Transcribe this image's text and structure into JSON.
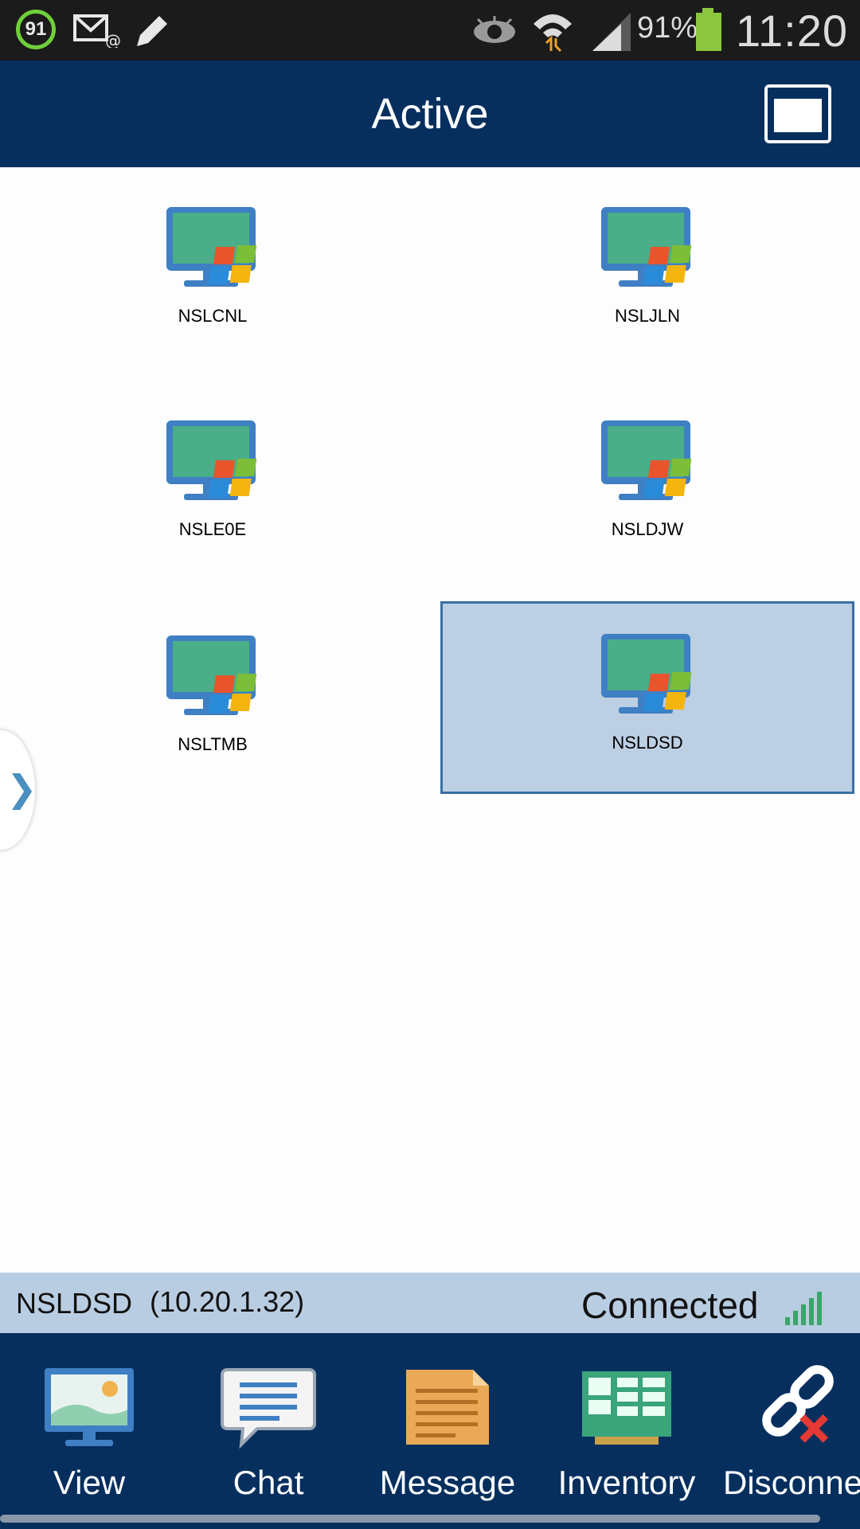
{
  "status_bar": {
    "notification_count": "91",
    "battery_percent": "91%",
    "time": "11:20",
    "icons": [
      "notification-badge-icon",
      "email-icon",
      "pencil-icon",
      "eye-icon",
      "wifi-icon",
      "signal-icon",
      "battery-icon"
    ]
  },
  "header": {
    "title": "Active"
  },
  "computers": [
    {
      "name": "NSLCNL"
    },
    {
      "name": "NSLJLN"
    },
    {
      "name": "NSLE0E"
    },
    {
      "name": "NSLDJW"
    },
    {
      "name": "NSLTMB"
    },
    {
      "name": "NSLDSD"
    }
  ],
  "selected": {
    "host": "NSLDSD",
    "ip": "(10.20.1.32)",
    "status": "Connected"
  },
  "toolbar": {
    "view": "View",
    "chat": "Chat",
    "message": "Message",
    "inventory": "Inventory",
    "disconnect": "Disconne"
  },
  "colors": {
    "header_bg": "#062f5e",
    "selection_bg": "#bccfe3",
    "monitor_screen": "#4aae88",
    "monitor_frame": "#3f7fc4"
  }
}
